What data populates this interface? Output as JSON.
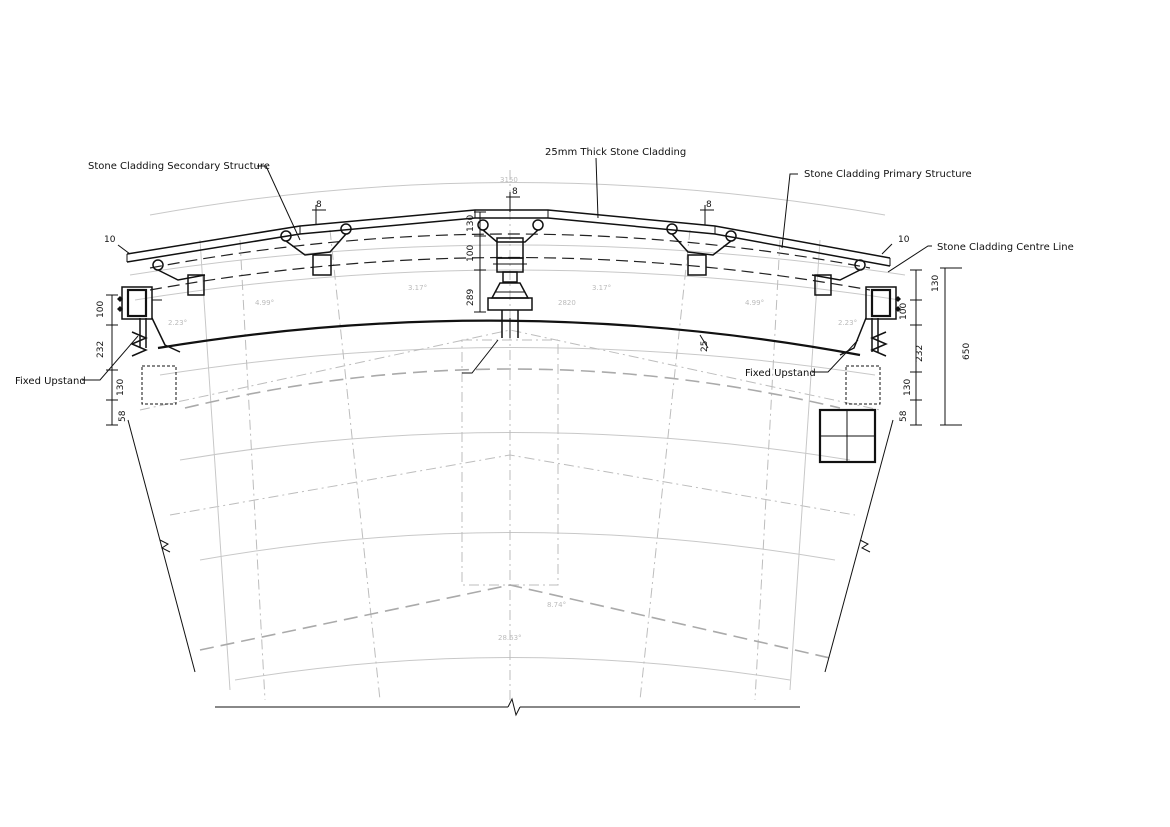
{
  "labels": {
    "secondary_structure": "Stone Cladding Secondary Structure",
    "stone_cladding": "25mm Thick Stone Cladding",
    "primary_structure": "Stone Cladding Primary Structure",
    "centre_line": "Stone Cladding Centre Line",
    "fixed_upstand_left": "Fixed Upstand",
    "fixed_upstand_right": "Fixed Upstand"
  },
  "dimensions": {
    "top_gap_left": "8",
    "top_gap_mid": "8",
    "top_gap_right": "8",
    "end_gap_left": "10",
    "end_gap_right": "10",
    "mid_130": "130",
    "mid_100": "100",
    "mid_289": "289",
    "left_100": "100",
    "left_232": "232",
    "left_130": "130",
    "left_58": "58",
    "right_130": "130",
    "right_100": "100",
    "right_232": "232",
    "right_650": "650",
    "right_130b": "130",
    "right_58": "58",
    "thickness_25": "25"
  },
  "faint_text": {
    "top_arc": "3150",
    "mid_arc": "2820",
    "angle_l1": "4.99°",
    "angle_l2": "3.17°",
    "angle_r1": "3.17°",
    "angle_r2": "4.99°",
    "angle_l3": "2.23°",
    "angle_r3": "2.23°",
    "bottom_angle": "8.74°",
    "bottom_arc": "28.63°"
  }
}
